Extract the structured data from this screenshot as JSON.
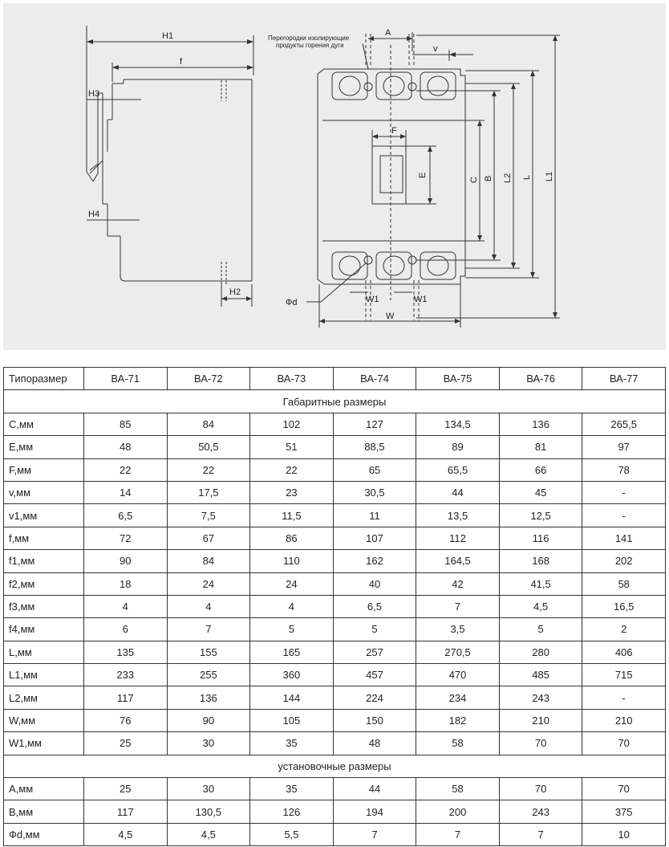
{
  "drawing": {
    "labels": {
      "H1": "H1",
      "f": "f",
      "H3": "H3",
      "H4": "H4",
      "H2": "H2",
      "A": "A",
      "v": "v",
      "F": "F",
      "E": "E",
      "C": "C",
      "B": "B",
      "L2": "L2",
      "L": "L",
      "L1": "L1",
      "W1a": "W1",
      "W1b": "W1",
      "W": "W",
      "phi_d": "Фd"
    },
    "note_line1": "Перегородки изолирующие",
    "note_line2": "продукты горения дуги"
  },
  "table": {
    "corner_label": "Типоразмер",
    "models": [
      "ВА-71",
      "ВА-72",
      "ВА-73",
      "ВА-74",
      "ВА-75",
      "ВА-76",
      "ВА-77"
    ],
    "sections": [
      {
        "title": "Габаритные размеры",
        "rows": [
          {
            "param": "С,мм",
            "values": [
              "85",
              "84",
              "102",
              "127",
              "134,5",
              "136",
              "265,5"
            ]
          },
          {
            "param": "Е,мм",
            "values": [
              "48",
              "50,5",
              "51",
              "88,5",
              "89",
              "81",
              "97"
            ]
          },
          {
            "param": "F,мм",
            "values": [
              "22",
              "22",
              "22",
              "65",
              "65,5",
              "66",
              "78"
            ]
          },
          {
            "param": "v,мм",
            "values": [
              "14",
              "17,5",
              "23",
              "30,5",
              "44",
              "45",
              "-"
            ]
          },
          {
            "param": "v1,мм",
            "values": [
              "6,5",
              "7,5",
              "11,5",
              "11",
              "13,5",
              "12,5",
              "-"
            ]
          },
          {
            "param": "f,мм",
            "values": [
              "72",
              "67",
              "86",
              "107",
              "112",
              "116",
              "141"
            ]
          },
          {
            "param": "f1,мм",
            "values": [
              "90",
              "84",
              "110",
              "162",
              "164,5",
              "168",
              "202"
            ]
          },
          {
            "param": "f2,мм",
            "values": [
              "18",
              "24",
              "24",
              "40",
              "42",
              "41,5",
              "58"
            ]
          },
          {
            "param": "f3,мм",
            "values": [
              "4",
              "4",
              "4",
              "6,5",
              "7",
              "4,5",
              "16,5"
            ]
          },
          {
            "param": "f4,мм",
            "values": [
              "6",
              "7",
              "5",
              "5",
              "3,5",
              "5",
              "2"
            ]
          },
          {
            "param": "L,мм",
            "values": [
              "135",
              "155",
              "165",
              "257",
              "270,5",
              "280",
              "406"
            ]
          },
          {
            "param": "L1,мм",
            "values": [
              "233",
              "255",
              "360",
              "457",
              "470",
              "485",
              "715"
            ]
          },
          {
            "param": "L2,мм",
            "values": [
              "117",
              "136",
              "144",
              "224",
              "234",
              "243",
              "-"
            ]
          },
          {
            "param": "W,мм",
            "values": [
              "76",
              "90",
              "105",
              "150",
              "182",
              "210",
              "210"
            ]
          },
          {
            "param": "W1,мм",
            "values": [
              "25",
              "30",
              "35",
              "48",
              "58",
              "70",
              "70"
            ]
          }
        ]
      },
      {
        "title": "установочные размеры",
        "rows": [
          {
            "param": "А,мм",
            "values": [
              "25",
              "30",
              "35",
              "44",
              "58",
              "70",
              "70"
            ]
          },
          {
            "param": "В,мм",
            "values": [
              "117",
              "130,5",
              "126",
              "194",
              "200",
              "243",
              "375"
            ]
          },
          {
            "param": "Фd,мм",
            "values": [
              "4,5",
              "4,5",
              "5,5",
              "7",
              "7",
              "7",
              "10"
            ]
          }
        ]
      }
    ]
  }
}
